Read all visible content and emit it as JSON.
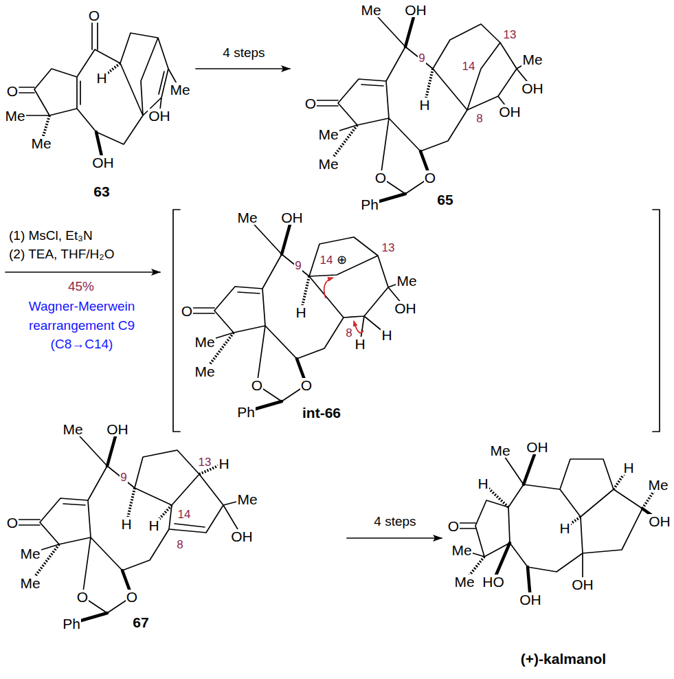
{
  "diagram": {
    "labels": [
      "O",
      "O",
      "Me",
      "Me",
      "OH",
      "H",
      "Me",
      "OH",
      "63",
      "4 steps",
      "Me",
      "OH",
      "9",
      "13",
      "14",
      "Me",
      "O",
      "H",
      "Me",
      "Me",
      "O",
      "O",
      "8",
      "OH",
      "OH",
      "Ph",
      "65",
      "(1) MsCl, Et₃N",
      "(2) TEA, THF/H₂O",
      "45%",
      "Wagner-Meerwein rearrangement C9 (C8→C14)",
      "Me",
      "OH",
      "9",
      "14",
      "⊕",
      "13",
      "Me",
      "O",
      "OH",
      "H",
      "8",
      "Me",
      "Me",
      "H",
      "H",
      "O",
      "O",
      "Ph",
      "int-66",
      "Me",
      "OH",
      "9",
      "H",
      "H",
      "13",
      "H",
      "Me",
      "O",
      "14",
      "OH",
      "Me",
      "Me",
      "O",
      "O",
      "8",
      "Ph",
      "67",
      "4 steps",
      "Me",
      "OH",
      "H",
      "H",
      "Me",
      "O",
      "OH",
      "H",
      "Me",
      "Me",
      "HO",
      "OH",
      "OH",
      "(+)-kalmanol"
    ]
  }
}
